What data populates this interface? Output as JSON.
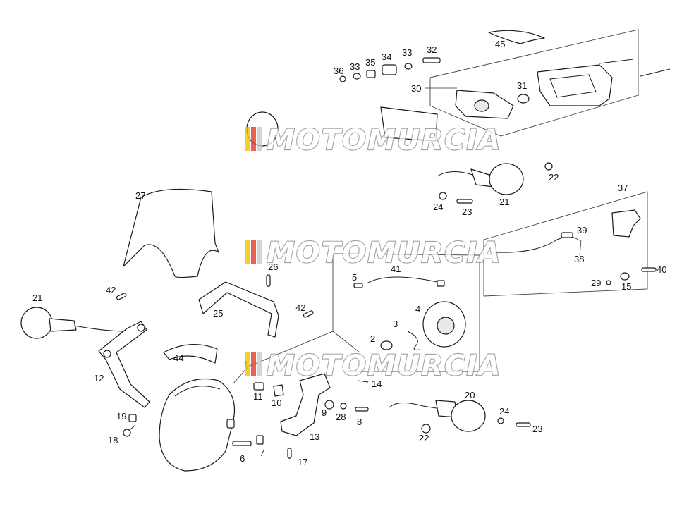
{
  "watermark": {
    "text": "MOTOMURCIA",
    "stripe_colors": [
      "#f2c200",
      "#e23a2a",
      "#c9c9c9"
    ]
  },
  "labels": {
    "p1": "1",
    "p2": "2",
    "p3": "3",
    "p4": "4",
    "p5": "5",
    "p6": "6",
    "p7": "7",
    "p8": "8",
    "p9": "9",
    "p10": "10",
    "p11": "11",
    "p12": "12",
    "p13": "13",
    "p14": "14",
    "p15": "15",
    "p17": "17",
    "p18": "18",
    "p19": "19",
    "p20": "20",
    "p21a": "21",
    "p21b": "21",
    "p22a": "22",
    "p22b": "22",
    "p23a": "23",
    "p23b": "23",
    "p24a": "24",
    "p24b": "24",
    "p25": "25",
    "p26": "26",
    "p27": "27",
    "p28": "28",
    "p29": "29",
    "p30": "30",
    "p31": "31",
    "p32": "32",
    "p33a": "33",
    "p33b": "33",
    "p34": "34",
    "p35": "35",
    "p36": "36",
    "p37": "37",
    "p38": "38",
    "p39": "39",
    "p40": "40",
    "p41": "41",
    "p42a": "42",
    "p42b": "42",
    "p44": "44",
    "p45": "45"
  }
}
